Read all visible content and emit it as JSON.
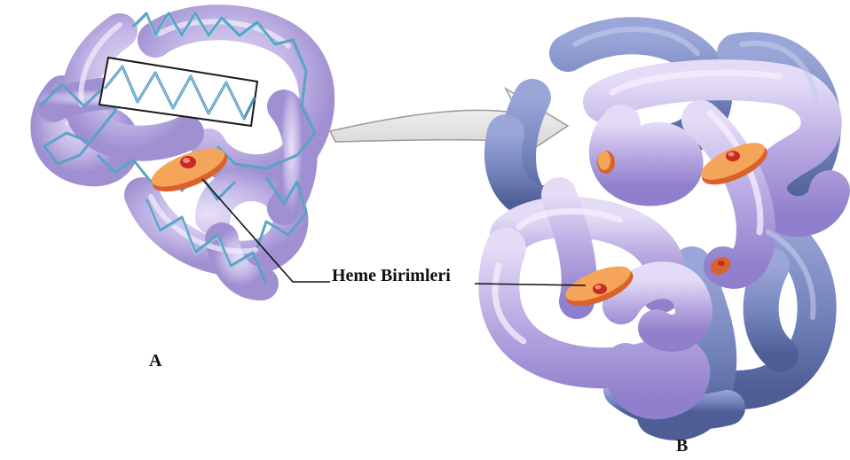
{
  "figure": {
    "heme_label": "Heme Birimleri",
    "panel_a_label": "A",
    "panel_b_label": "B"
  },
  "colors": {
    "tube_light": "#c9bde8",
    "tube_mid": "#a898d8",
    "tube_dark_blue": "#6f7fb8",
    "helix_ribbon": "#6fb3d0",
    "heme_disc": "#f5a55a",
    "heme_rim": "#d9622c",
    "heme_center": "#d8322a",
    "arrow_fill": "#e6e6e6"
  },
  "icons": [
    "myoglobin-structure",
    "hemoglobin-structure",
    "heme-disc",
    "transition-arrow"
  ]
}
